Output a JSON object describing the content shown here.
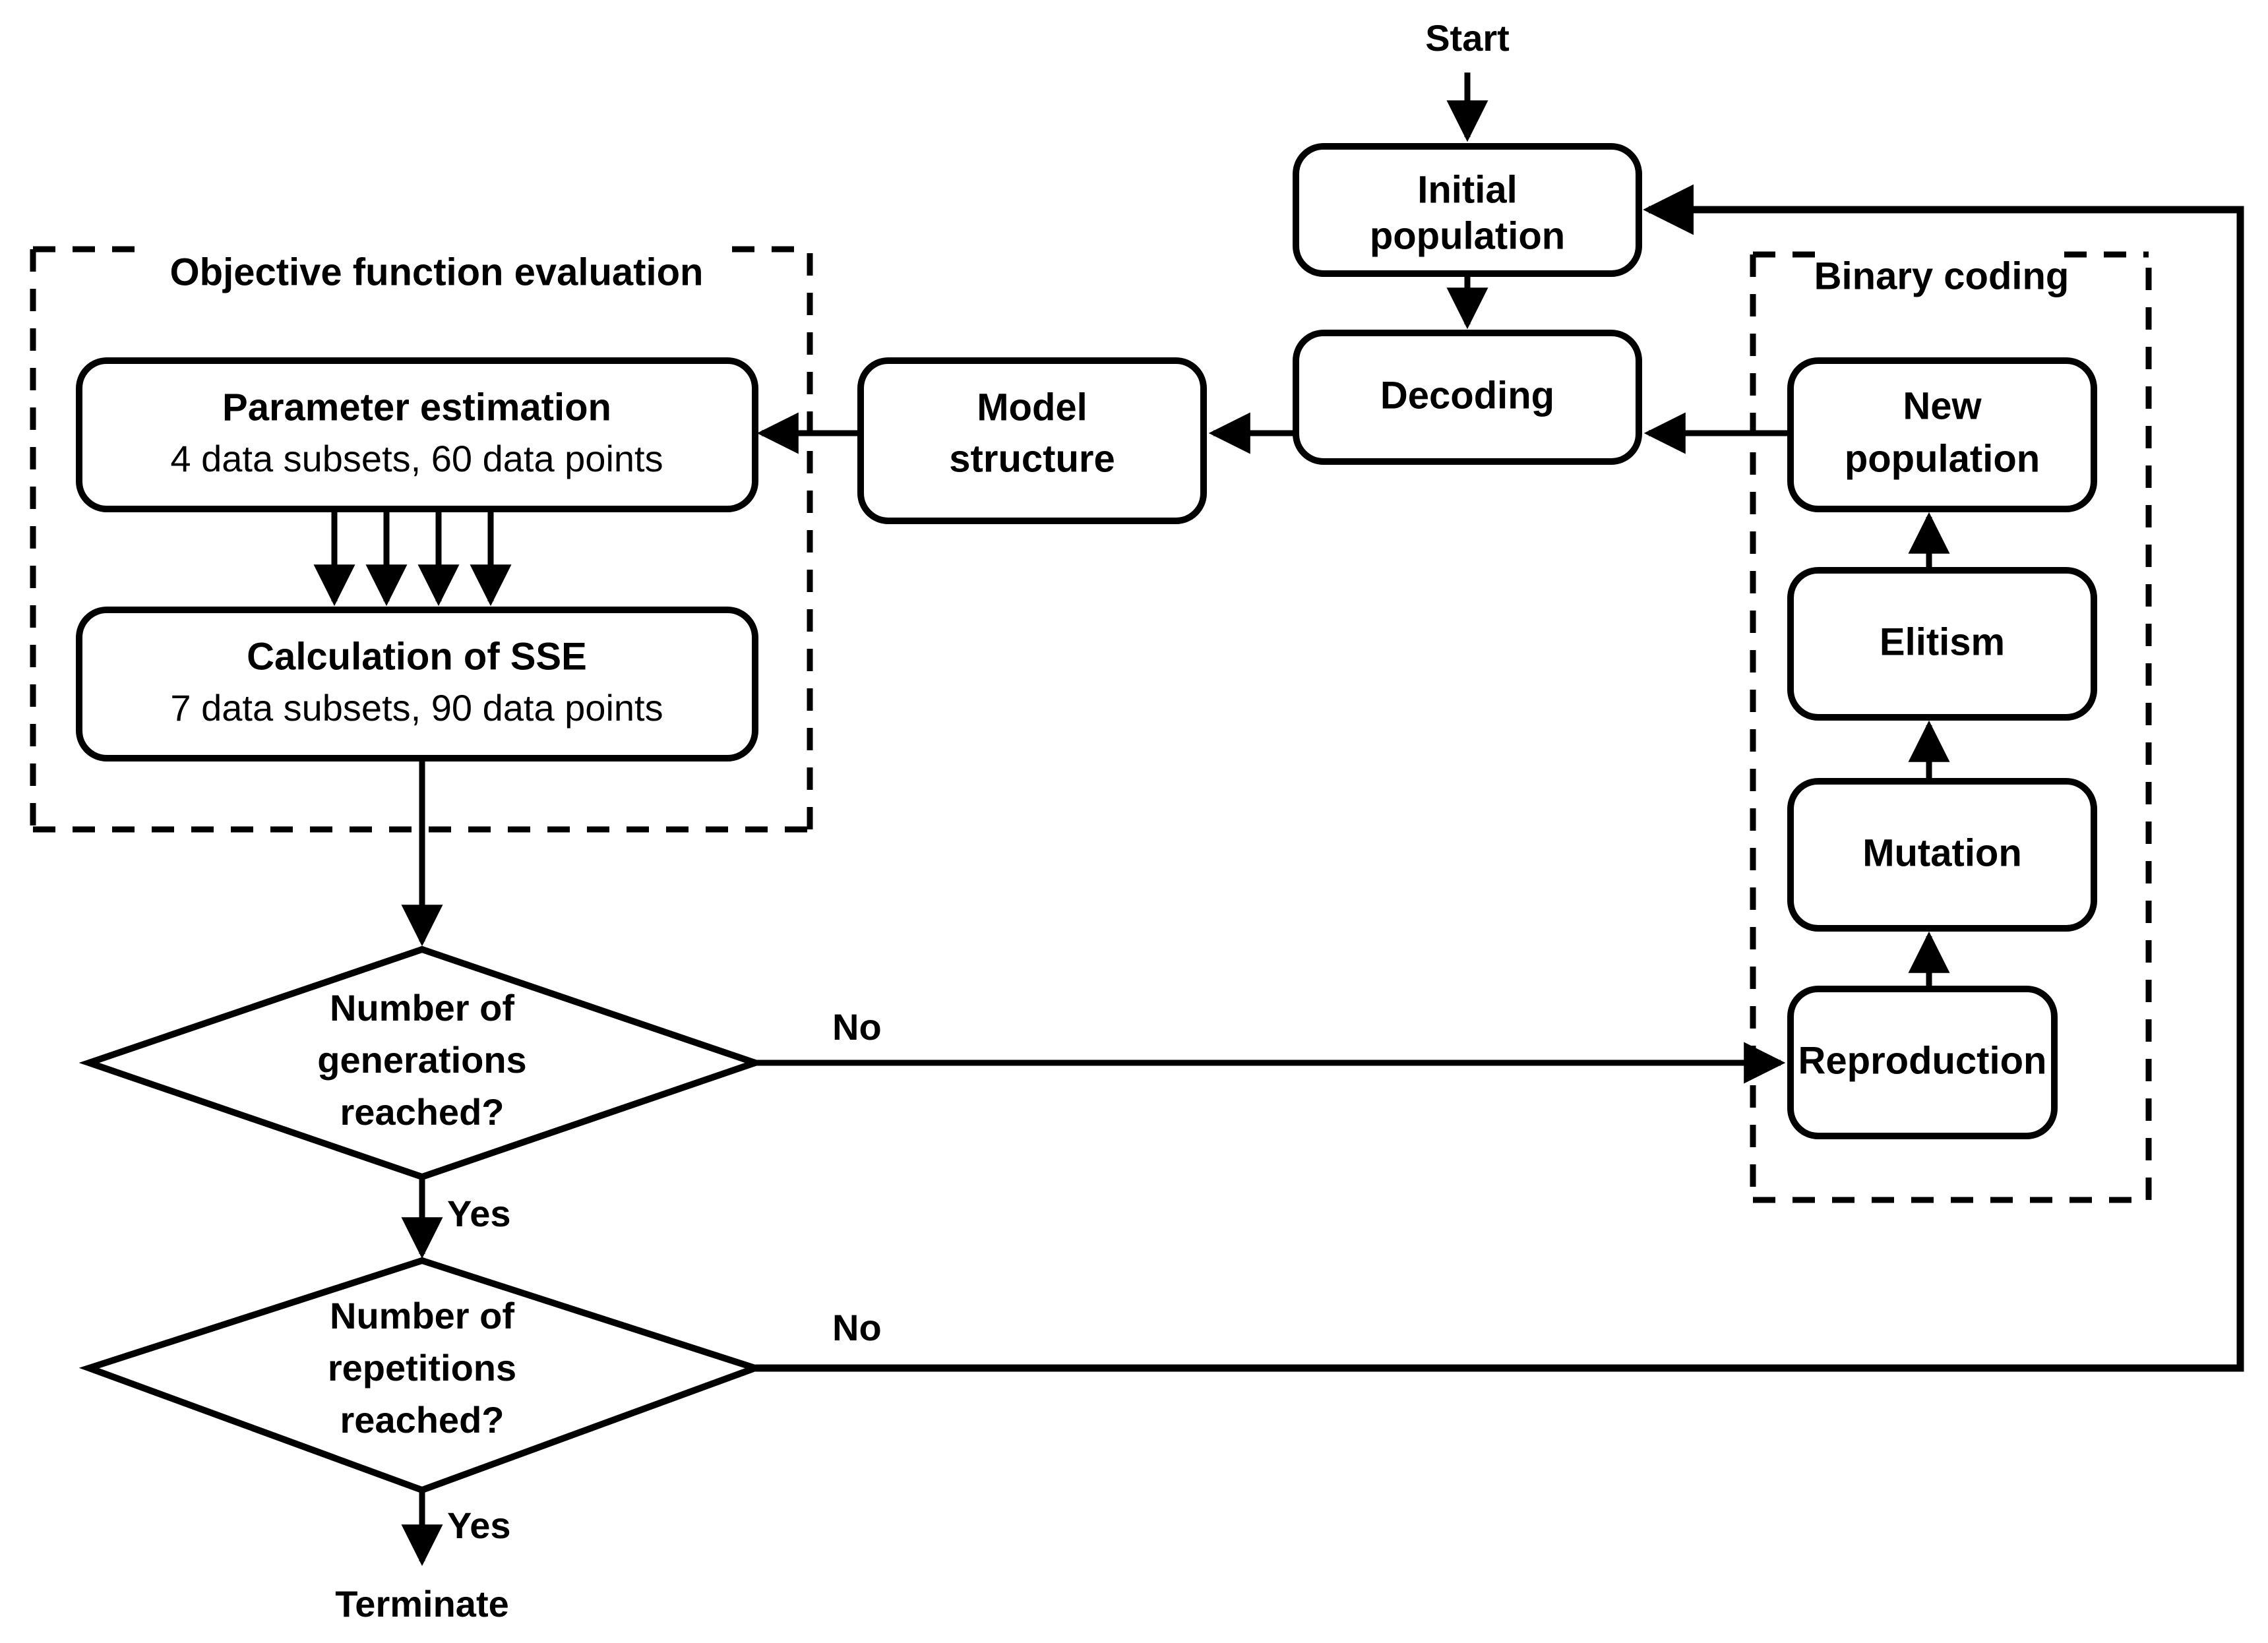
{
  "diagram": {
    "title_start": "Start",
    "title_terminate": "Terminate",
    "groups": {
      "objective": "Objective function evaluation",
      "binary": "Binary coding"
    },
    "nodes": {
      "initial_population": "Initial\npopulation",
      "initial_population_line1": "Initial",
      "initial_population_line2": "population",
      "decoding": "Decoding",
      "model_structure_line1": "Model",
      "model_structure_line2": "structure",
      "parameter_estimation_title": "Parameter estimation",
      "parameter_estimation_detail": "4 data subsets, 60 data points",
      "calculation_sse_title": "Calculation of SSE",
      "calculation_sse_detail": "7 data subsets, 90 data points",
      "new_population_line1": "New",
      "new_population_line2": "population",
      "elitism": "Elitism",
      "mutation": "Mutation",
      "reproduction": "Reproduction"
    },
    "decisions": {
      "generations_line1": "Number of",
      "generations_line2": "generations",
      "generations_line3": "reached?",
      "repetitions_line1": "Number of",
      "repetitions_line2": "repetitions",
      "repetitions_line3": "reached?"
    },
    "edge_labels": {
      "no_generations": "No",
      "yes_generations": "Yes",
      "no_repetitions": "No",
      "yes_repetitions": "Yes"
    },
    "colors": {
      "stroke": "#000000",
      "fill": "#ffffff",
      "background": "#ffffff"
    }
  }
}
